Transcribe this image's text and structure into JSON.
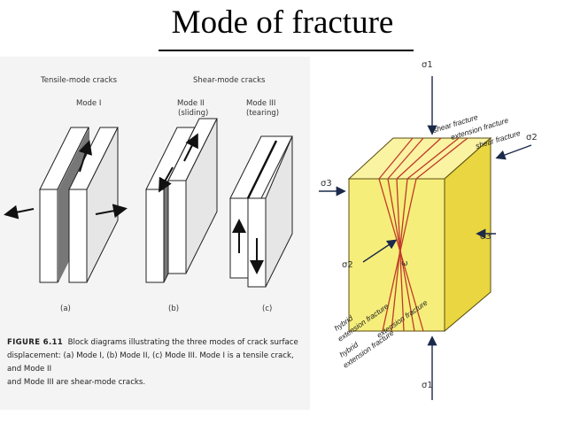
{
  "slide": {
    "title": "Mode of fracture"
  },
  "left_figure": {
    "group_tensile": "Tensile-mode cracks",
    "group_shear": "Shear-mode cracks",
    "mode1": "Mode I",
    "mode2_line1": "Mode II",
    "mode2_line2": "(sliding)",
    "mode3_line1": "Mode III",
    "mode3_line2": "(tearing)",
    "panel_a": "(a)",
    "panel_b": "(b)",
    "panel_c": "(c)",
    "figure_label": "FIGURE 6.11",
    "caption_part1": "Block diagrams illustrating the three modes of crack surface",
    "caption_part2": "displacement: (a) Mode I, (b) Mode II, (c) Mode III. Mode I is a tensile crack, and Mode II",
    "caption_part3": "and Mode III are shear-mode cracks."
  },
  "right_figure": {
    "sigma1_top": "σ1",
    "sigma1_bottom": "σ1",
    "sigma2_right": "σ2",
    "sigma2_left": "σ2",
    "sigma3_left": "σ3",
    "sigma3_right": "σ3",
    "omega": "ω",
    "shear_fracture_1": "shear fracture",
    "extension_fracture_top": "extension fracture",
    "shear_fracture_2": "shear fracture",
    "hybrid_extension_1": "hybrid",
    "hybrid_extension_1b": "extension fracture",
    "extension_fracture_bottom": "extension fracture",
    "hybrid_extension_2": "hybrid",
    "hybrid_extension_2b": "extension fracture",
    "colors": {
      "block_face": "#f6ee7a",
      "block_top": "#f9f3a2",
      "block_side": "#e9d640",
      "fracture": "#c0392b"
    }
  }
}
